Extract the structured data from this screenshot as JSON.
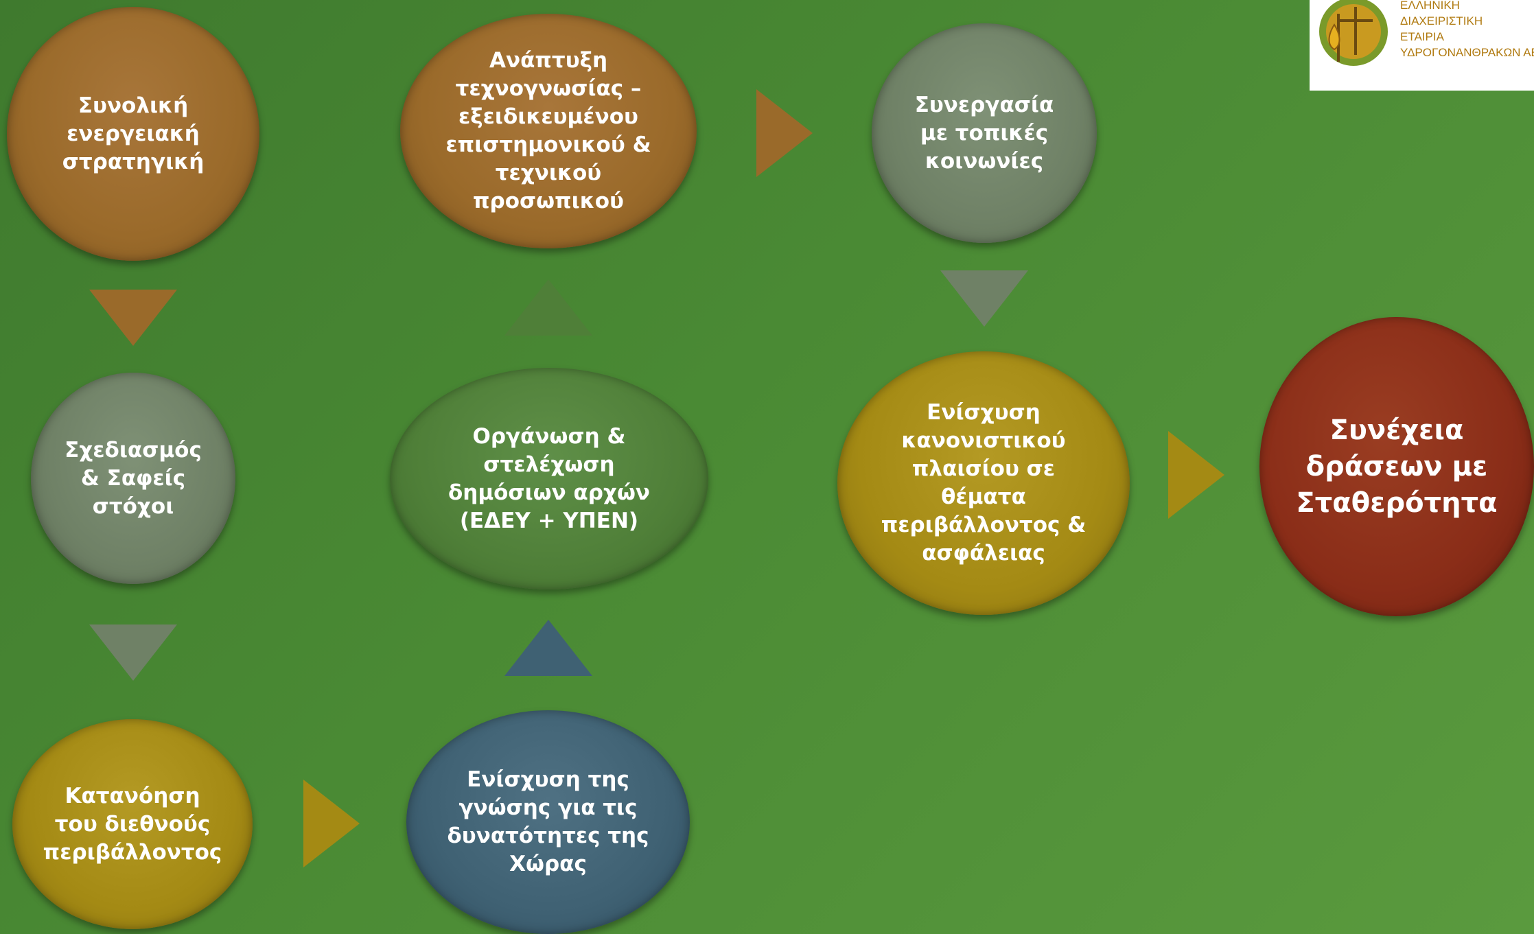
{
  "diagram": {
    "nodes": {
      "energy_strategy": {
        "lines": [
          "Συνολική",
          "ενεργειακή",
          "στρατηγική"
        ],
        "color": "#9a6a2a"
      },
      "planning_goals": {
        "lines": [
          "Σχεδιασμός",
          "& Σαφείς",
          "στόχοι"
        ],
        "color": "#6f8166"
      },
      "international_env": {
        "lines": [
          "Κατανόηση",
          "του διεθνούς",
          "περιβάλλοντος"
        ],
        "color": "#a48a14"
      },
      "know_how": {
        "lines": [
          "Ανάπτυξη",
          "τεχνογνωσίας –",
          "εξειδικευμένου",
          "επιστημονικού &",
          "τεχνικού",
          "προσωπικού"
        ],
        "color": "#9a6a2a"
      },
      "organization": {
        "lines": [
          "Οργάνωση &",
          "στελέχωση",
          "δημόσιων αρχών",
          "(ΕΔΕΥ + ΥΠΕΝ)"
        ],
        "color": "#4f7f38"
      },
      "knowledge": {
        "lines": [
          "Ενίσχυση της",
          "γνώσης για τις",
          "δυνατότητες της",
          "Χώρας"
        ],
        "color": "#3f6173"
      },
      "cooperation": {
        "lines": [
          "Συνεργασία",
          "με τοπικές",
          "κοινωνίες"
        ],
        "color": "#6f8166"
      },
      "regulatory": {
        "lines": [
          "Ενίσχυση",
          "κανονιστικού",
          "πλαισίου σε",
          "θέματα",
          "περιβάλλοντος &",
          "ασφάλειας"
        ],
        "color": "#a48a14"
      },
      "continuity": {
        "lines": [
          "Συνέχεια",
          "δράσεων με",
          "Σταθερότητα"
        ],
        "color": "#8a2d18"
      }
    },
    "arrows": {
      "strategy_to_planning": {
        "direction": "down",
        "color": "#9a6a2a"
      },
      "planning_to_understanding": {
        "direction": "down",
        "color": "#6f8166"
      },
      "understanding_to_knowledge": {
        "direction": "right",
        "color": "#a48a14"
      },
      "knowledge_to_organization": {
        "direction": "up",
        "color": "#3f6173"
      },
      "organization_to_knowhow": {
        "direction": "up",
        "color": "#4f7f38"
      },
      "knowhow_to_cooperation": {
        "direction": "right",
        "color": "#9a6a2a"
      },
      "cooperation_to_regulatory": {
        "direction": "down",
        "color": "#6f8166"
      },
      "regulatory_to_continuity": {
        "direction": "right",
        "color": "#a48a14"
      }
    }
  },
  "logo": {
    "lines": [
      "ΕΛΛΗΝΙΚΗ",
      "ΔΙΑΧΕΙΡΙΣΤΙΚΗ",
      "ΕΤΑΙΡΙΑ",
      "ΥΔΡΟΓΟΝΑΝΘΡΑΚΩΝ ΑΕ"
    ],
    "color": "#b07a10"
  }
}
